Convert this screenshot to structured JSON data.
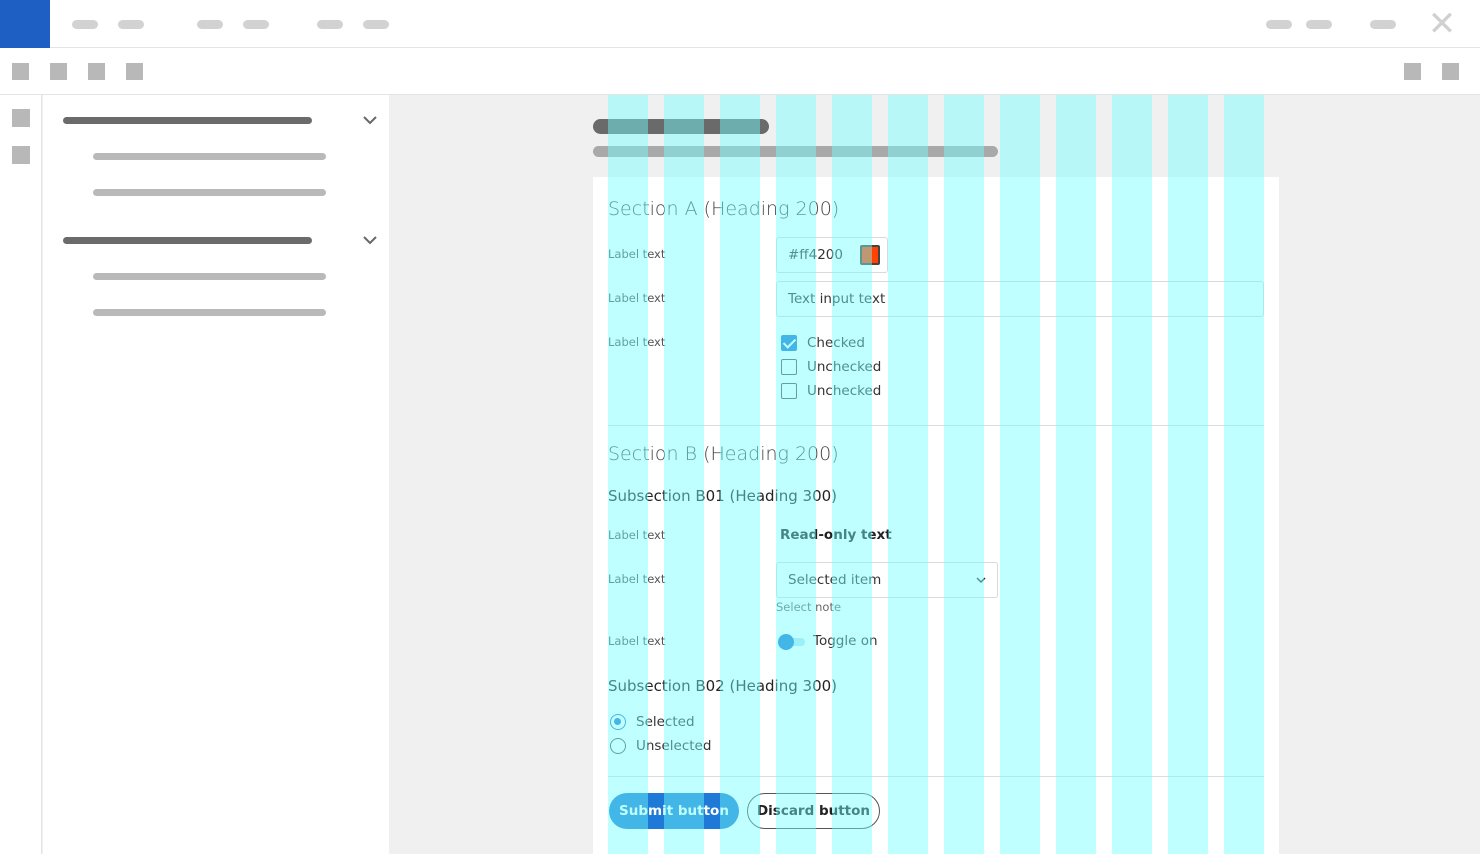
{
  "colors": {
    "brand": "#1e5fc4",
    "accent": "#1e7ad6",
    "swatch": "#ff4200",
    "grid_overlay": "#70ffff"
  },
  "window": {
    "close_icon": "close-icon"
  },
  "sectionA": {
    "heading": "Section A (Heading 200)",
    "color_field": {
      "label": "Label text",
      "value": "#ff4200"
    },
    "text_field": {
      "label": "Label text",
      "value": "Text input text"
    },
    "checkbox_group": {
      "label": "Label text",
      "items": [
        {
          "label": "Checked",
          "checked": true
        },
        {
          "label": "Unchecked",
          "checked": false
        },
        {
          "label": "Unchecked",
          "checked": false
        }
      ]
    }
  },
  "sectionB": {
    "heading": "Section B (Heading 200)",
    "subB01": {
      "heading": "Subsection B01 (Heading 300)",
      "readonly": {
        "label": "Label text",
        "value": "Read-only text"
      },
      "select": {
        "label": "Label text",
        "value": "Selected item",
        "note": "Select note"
      },
      "toggle": {
        "label": "Label text",
        "value": "Toggle on",
        "on": true
      }
    },
    "subB02": {
      "heading": "Subsection B02 (Heading 300)",
      "radios": [
        {
          "label": "Selected",
          "selected": true
        },
        {
          "label": "Unselected",
          "selected": false
        }
      ]
    }
  },
  "actions": {
    "submit": "Submit button",
    "discard": "Discard button"
  }
}
